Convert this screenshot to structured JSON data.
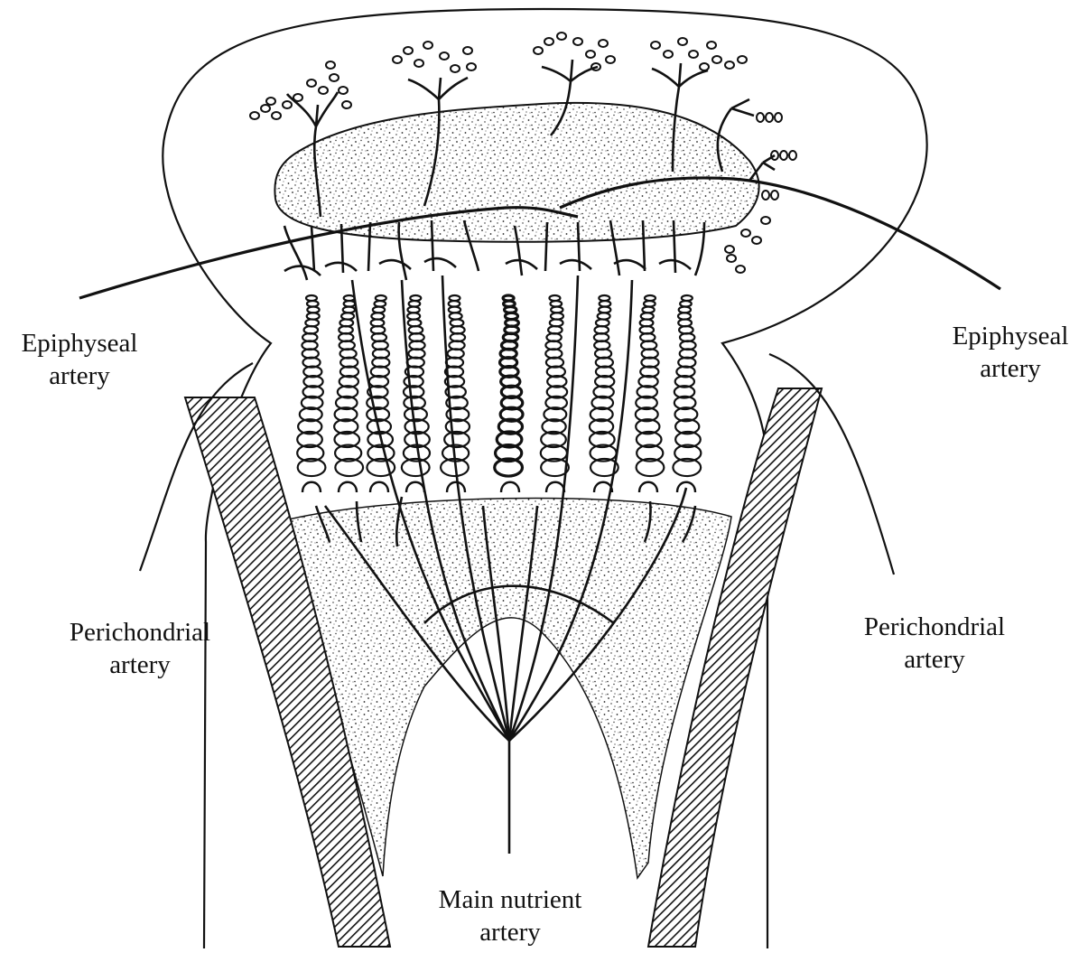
{
  "labels": {
    "epiphyseal_left": {
      "line1": "Epiphyseal",
      "line2": "artery"
    },
    "epiphyseal_right": {
      "line1": "Epiphyseal",
      "line2": "artery"
    },
    "perichondrial_left": {
      "line1": "Perichondrial",
      "line2": "artery"
    },
    "perichondrial_right": {
      "line1": "Perichondrial",
      "line2": "artery"
    },
    "main_nutrient": {
      "line1": "Main nutrient",
      "line2": "artery"
    }
  },
  "colors": {
    "ink": "#111111",
    "background": "#ffffff"
  }
}
